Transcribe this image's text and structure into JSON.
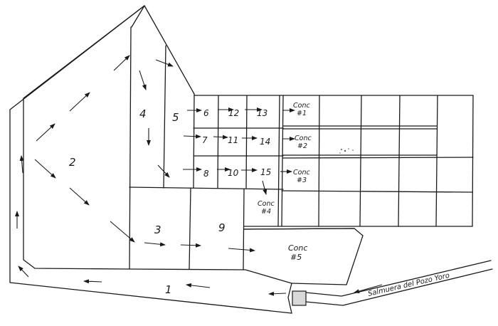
{
  "diagram": {
    "type": "evaporation-pond-layout",
    "description": "Hand-drawn plan of brine evaporation ponds with flow arrows",
    "ponds": [
      {
        "id": "1",
        "label": "1"
      },
      {
        "id": "2",
        "label": "2"
      },
      {
        "id": "3",
        "label": "3"
      },
      {
        "id": "4",
        "label": "4"
      },
      {
        "id": "5",
        "label": "5"
      },
      {
        "id": "6",
        "label": "6"
      },
      {
        "id": "7",
        "label": "7"
      },
      {
        "id": "8",
        "label": "8"
      },
      {
        "id": "9",
        "label": "9"
      },
      {
        "id": "10",
        "label": "10"
      },
      {
        "id": "11",
        "label": "11"
      },
      {
        "id": "12",
        "label": "12"
      },
      {
        "id": "13",
        "label": "13"
      },
      {
        "id": "14",
        "label": "14"
      },
      {
        "id": "15",
        "label": "15"
      }
    ],
    "concentrators": [
      {
        "id": "conc1",
        "line1": "Conc",
        "line2": "#1"
      },
      {
        "id": "conc2",
        "line1": "Conc",
        "line2": "#2"
      },
      {
        "id": "conc3",
        "line1": "Conc",
        "line2": "#3"
      },
      {
        "id": "conc4",
        "line1": "Conc",
        "line2": "#4"
      },
      {
        "id": "conc5",
        "line1": "Conc",
        "line2": "#5"
      }
    ],
    "inlet_label": "Salmuera del Pozo Yoro",
    "colors": {
      "ink": "#1a1a1a",
      "paper": "#ffffff",
      "inlet_box": "#d9d9d9"
    }
  }
}
